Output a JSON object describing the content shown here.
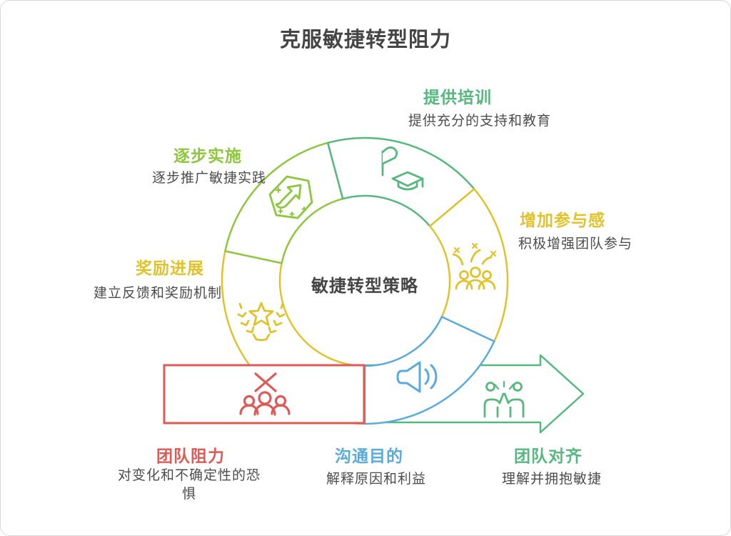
{
  "title": "克服敏捷转型阻力",
  "center_label": "敏捷转型策略",
  "palette": {
    "green": "#56b87f",
    "lime": "#8ec63f",
    "yellow": "#e0c32c",
    "blue": "#5aabdc",
    "red": "#dd5a57",
    "text_dark": "#454545",
    "text_body": "#4c4c4c"
  },
  "sections": {
    "training": {
      "label": "提供培训",
      "desc": "提供充分的支持和教育",
      "color": "#56b87f",
      "icon": "graduation-cap-icon"
    },
    "gradual": {
      "label": "逐步实施",
      "desc": "逐步推广敏捷实践",
      "color": "#8ec63f",
      "icon": "arrow-badge-icon"
    },
    "reward": {
      "label": "奖励进展",
      "desc": "建立反馈和奖励机制",
      "color": "#e0c32c",
      "icon": "star-laurel-icon"
    },
    "engagement": {
      "label": "增加参与感",
      "desc": "积极增强团队参与",
      "color": "#e0c32c",
      "icon": "confetti-people-icon"
    },
    "resistance": {
      "label": "团队阻力",
      "desc": "对变化和不确定性的恐惧",
      "color": "#dd5a57",
      "icon": "rejected-team-icon"
    },
    "communicate": {
      "label": "沟通目的",
      "desc": "解释原因和利益",
      "color": "#5aabdc",
      "icon": "megaphone-icon"
    },
    "alignment": {
      "label": "团队对齐",
      "desc": "理解并拥抱敏捷",
      "color": "#56b87f",
      "icon": "high-five-icon"
    }
  }
}
